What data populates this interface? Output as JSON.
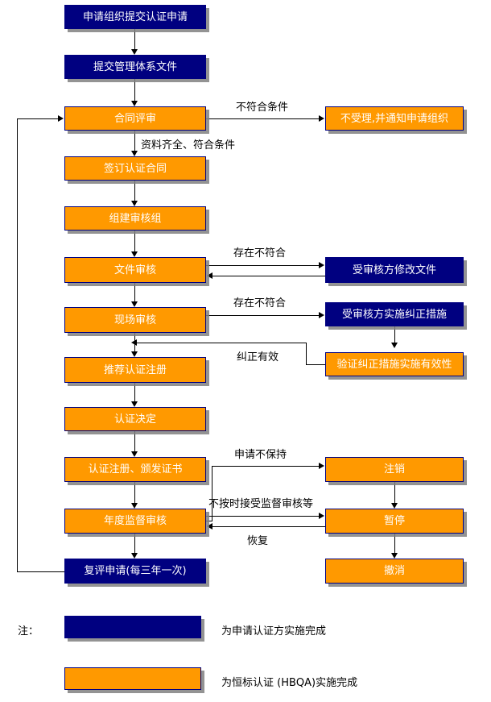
{
  "diagram": {
    "title_text": "",
    "colors": {
      "applicant_fill": "#000080",
      "certifier_fill": "#FF9900",
      "border": "#000080",
      "line": "#000000",
      "shadow": "#808080",
      "node_text": "#FFFFFF",
      "label_text": "#000000",
      "background": "#FFFFFF"
    },
    "nodes": [
      {
        "id": "n1",
        "label": "申请组织提交认证申请",
        "fill": "applicant_fill",
        "column": "main"
      },
      {
        "id": "n2",
        "label": "提交管理体系文件",
        "fill": "applicant_fill",
        "column": "main"
      },
      {
        "id": "n3",
        "label": "合同评审",
        "fill": "certifier_fill",
        "column": "main"
      },
      {
        "id": "n4",
        "label": "不受理,并通知申请组织",
        "fill": "certifier_fill",
        "column": "right"
      },
      {
        "id": "n5",
        "label": "签订认证合同",
        "fill": "certifier_fill",
        "column": "main"
      },
      {
        "id": "n6",
        "label": "组建审核组",
        "fill": "certifier_fill",
        "column": "main"
      },
      {
        "id": "n7",
        "label": "文件审核",
        "fill": "certifier_fill",
        "column": "main"
      },
      {
        "id": "n8",
        "label": "受审核方修改文件",
        "fill": "applicant_fill",
        "column": "right"
      },
      {
        "id": "n9",
        "label": "现场审核",
        "fill": "certifier_fill",
        "column": "main"
      },
      {
        "id": "n10",
        "label": "受审核方实施纠正措施",
        "fill": "applicant_fill",
        "column": "right"
      },
      {
        "id": "n11",
        "label": "验证纠正措施实施有效性",
        "fill": "certifier_fill",
        "column": "right"
      },
      {
        "id": "n12",
        "label": "推荐认证注册",
        "fill": "certifier_fill",
        "column": "main"
      },
      {
        "id": "n13",
        "label": "认证决定",
        "fill": "certifier_fill",
        "column": "main"
      },
      {
        "id": "n14",
        "label": "认证注册、颁发证书",
        "fill": "certifier_fill",
        "column": "main"
      },
      {
        "id": "n15",
        "label": "注销",
        "fill": "certifier_fill",
        "column": "right"
      },
      {
        "id": "n16",
        "label": "年度监督审核",
        "fill": "certifier_fill",
        "column": "main"
      },
      {
        "id": "n17",
        "label": "暂停",
        "fill": "certifier_fill",
        "column": "right"
      },
      {
        "id": "n18",
        "label": "复评申请(每三年一次)",
        "fill": "applicant_fill",
        "column": "main"
      },
      {
        "id": "n19",
        "label": "撤消",
        "fill": "certifier_fill",
        "column": "right"
      }
    ],
    "edge_labels": [
      {
        "id": "e1",
        "text": "不符合条件",
        "from": "n3",
        "to": "n4"
      },
      {
        "id": "e2",
        "text": "资料齐全、符合条件",
        "from": "n3",
        "to": "n5"
      },
      {
        "id": "e3",
        "text": "存在不符合",
        "from": "n7",
        "to": "n8"
      },
      {
        "id": "e4",
        "text": "存在不符合",
        "from": "n9",
        "to": "n10"
      },
      {
        "id": "e5",
        "text": "纠正有效",
        "from": "n11",
        "to": "n12"
      },
      {
        "id": "e6",
        "text": "申请不保持",
        "from": "n16",
        "to": "n15"
      },
      {
        "id": "e7",
        "text": "不按时接受监督审核等",
        "from": "n16",
        "to": "n17"
      },
      {
        "id": "e8",
        "text": "恢复",
        "from": "n17",
        "to": "n16"
      }
    ],
    "legend": {
      "note_label": "注：",
      "entries": [
        {
          "swatch": "applicant_fill",
          "text": "为申请认证方实施完成"
        },
        {
          "swatch": "certifier_fill",
          "text": "为恒标认证 (HBQA)实施完成"
        }
      ]
    }
  }
}
